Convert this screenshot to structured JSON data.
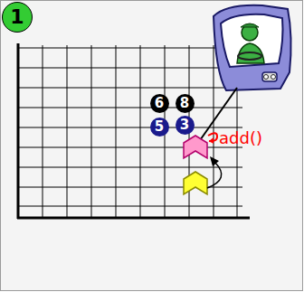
{
  "diagram": {
    "nodes": [
      {
        "text": [
          "1"
        ]
      },
      {
        "text": [
          "6"
        ]
      },
      {
        "text": [
          "8"
        ]
      },
      {
        "text": [
          "5"
        ]
      },
      {
        "text": [
          "3"
        ]
      }
    ],
    "labels": [
      "add()"
    ]
  }
}
